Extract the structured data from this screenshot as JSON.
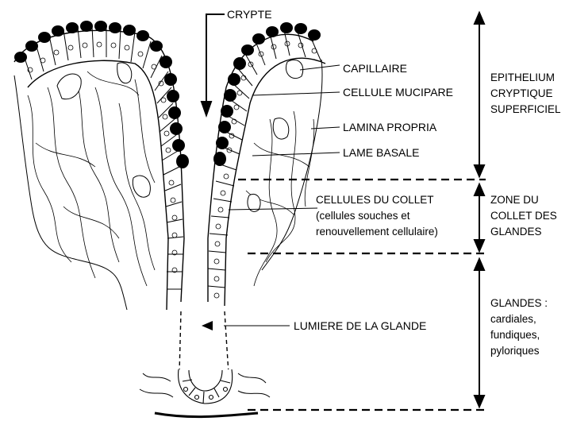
{
  "labels": {
    "crypte": "CRYPTE",
    "capillaire": "CAPILLAIRE",
    "cellule_mucipare": "CELLULE MUCIPARE",
    "lamina_propria": "LAMINA PROPRIA",
    "lame_basale": "LAME BASALE",
    "cellules_collet": {
      "line1": "CELLULES DU COLLET",
      "line2": "(cellules souches et",
      "line3": "renouvellement cellulaire)"
    },
    "lumiere": "LUMIERE DE LA GLANDE"
  },
  "zones": {
    "epithelium": {
      "line1": "EPITHELIUM",
      "line2": "CRYPTIQUE",
      "line3": "SUPERFICIEL"
    },
    "collet": {
      "line1": "ZONE DU",
      "line2": "COLLET DES",
      "line3": "GLANDES"
    },
    "glandes": {
      "line1": "GLANDES :",
      "line2": "cardiales,",
      "line3": "fundiques,",
      "line4": "pyloriques"
    }
  },
  "colors": {
    "ink": "#000000",
    "background": "#ffffff"
  }
}
